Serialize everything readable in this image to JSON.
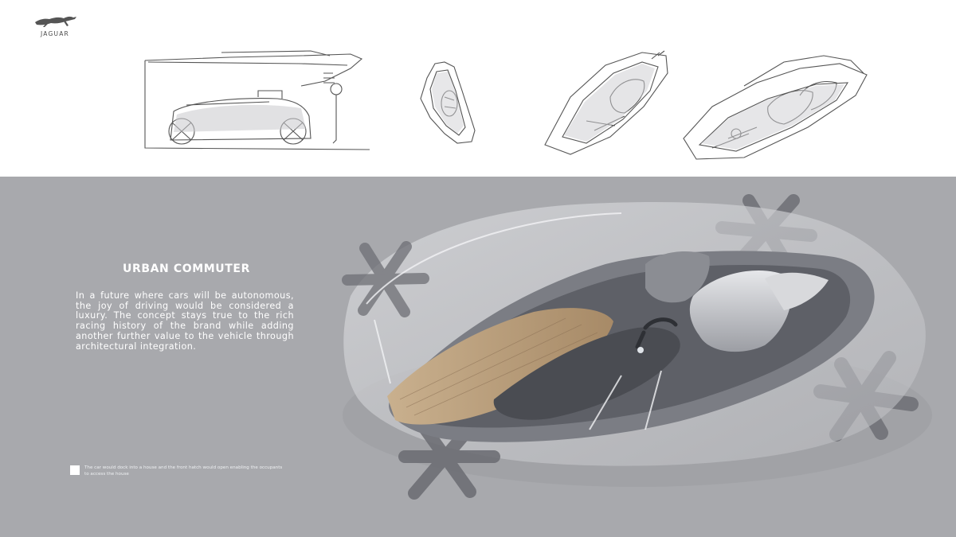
{
  "brand": {
    "logo_text": "JAGUAR",
    "logo_icon": "leaper-icon"
  },
  "heading": "URBAN COMMUTER",
  "description": "In a future where cars will be autonomous, the joy of driving would be considered a luxury. The concept stays true to the rich racing history of the brand while adding another further value to the vehicle through architectural integration.",
  "caption": "The car would dock into a house and the front hatch would open enabling the occupants to access the house",
  "colors": {
    "top_background": "#ffffff",
    "bottom_background": "#a8a9ad",
    "text": "#ffffff",
    "wood_accent": "#b49a7a"
  }
}
